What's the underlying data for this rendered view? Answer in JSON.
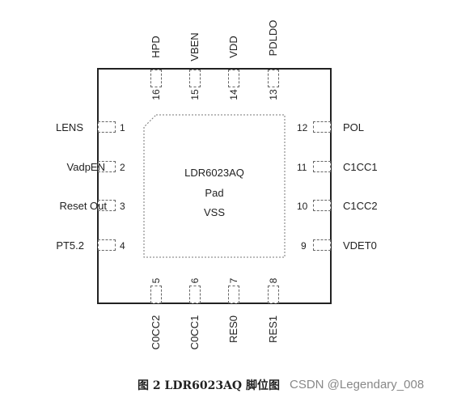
{
  "chip": {
    "line1": "LDR6023AQ",
    "line2": "Pad",
    "line3": "VSS"
  },
  "pins": {
    "p1": {
      "num": "1",
      "name": "LENS"
    },
    "p2": {
      "num": "2",
      "name": "VadpEN"
    },
    "p3": {
      "num": "3",
      "name": "Reset Out"
    },
    "p4": {
      "num": "4",
      "name": "PT5.2"
    },
    "p5": {
      "num": "5",
      "name": "C0CC2"
    },
    "p6": {
      "num": "6",
      "name": "C0CC1"
    },
    "p7": {
      "num": "7",
      "name": "RES0"
    },
    "p8": {
      "num": "8",
      "name": "RES1"
    },
    "p9": {
      "num": "9",
      "name": "VDET0"
    },
    "p10": {
      "num": "10",
      "name": "C1CC2"
    },
    "p11": {
      "num": "11",
      "name": "C1CC1"
    },
    "p12": {
      "num": "12",
      "name": "POL"
    },
    "p13": {
      "num": "13",
      "name": "PDLDO"
    },
    "p14": {
      "num": "14",
      "name": "VDD"
    },
    "p15": {
      "num": "15",
      "name": "VBEN"
    },
    "p16": {
      "num": "16",
      "name": "HPD"
    }
  },
  "caption": "图 2 LDR6023AQ 脚位图",
  "watermark": "CSDN @Legendary_008"
}
